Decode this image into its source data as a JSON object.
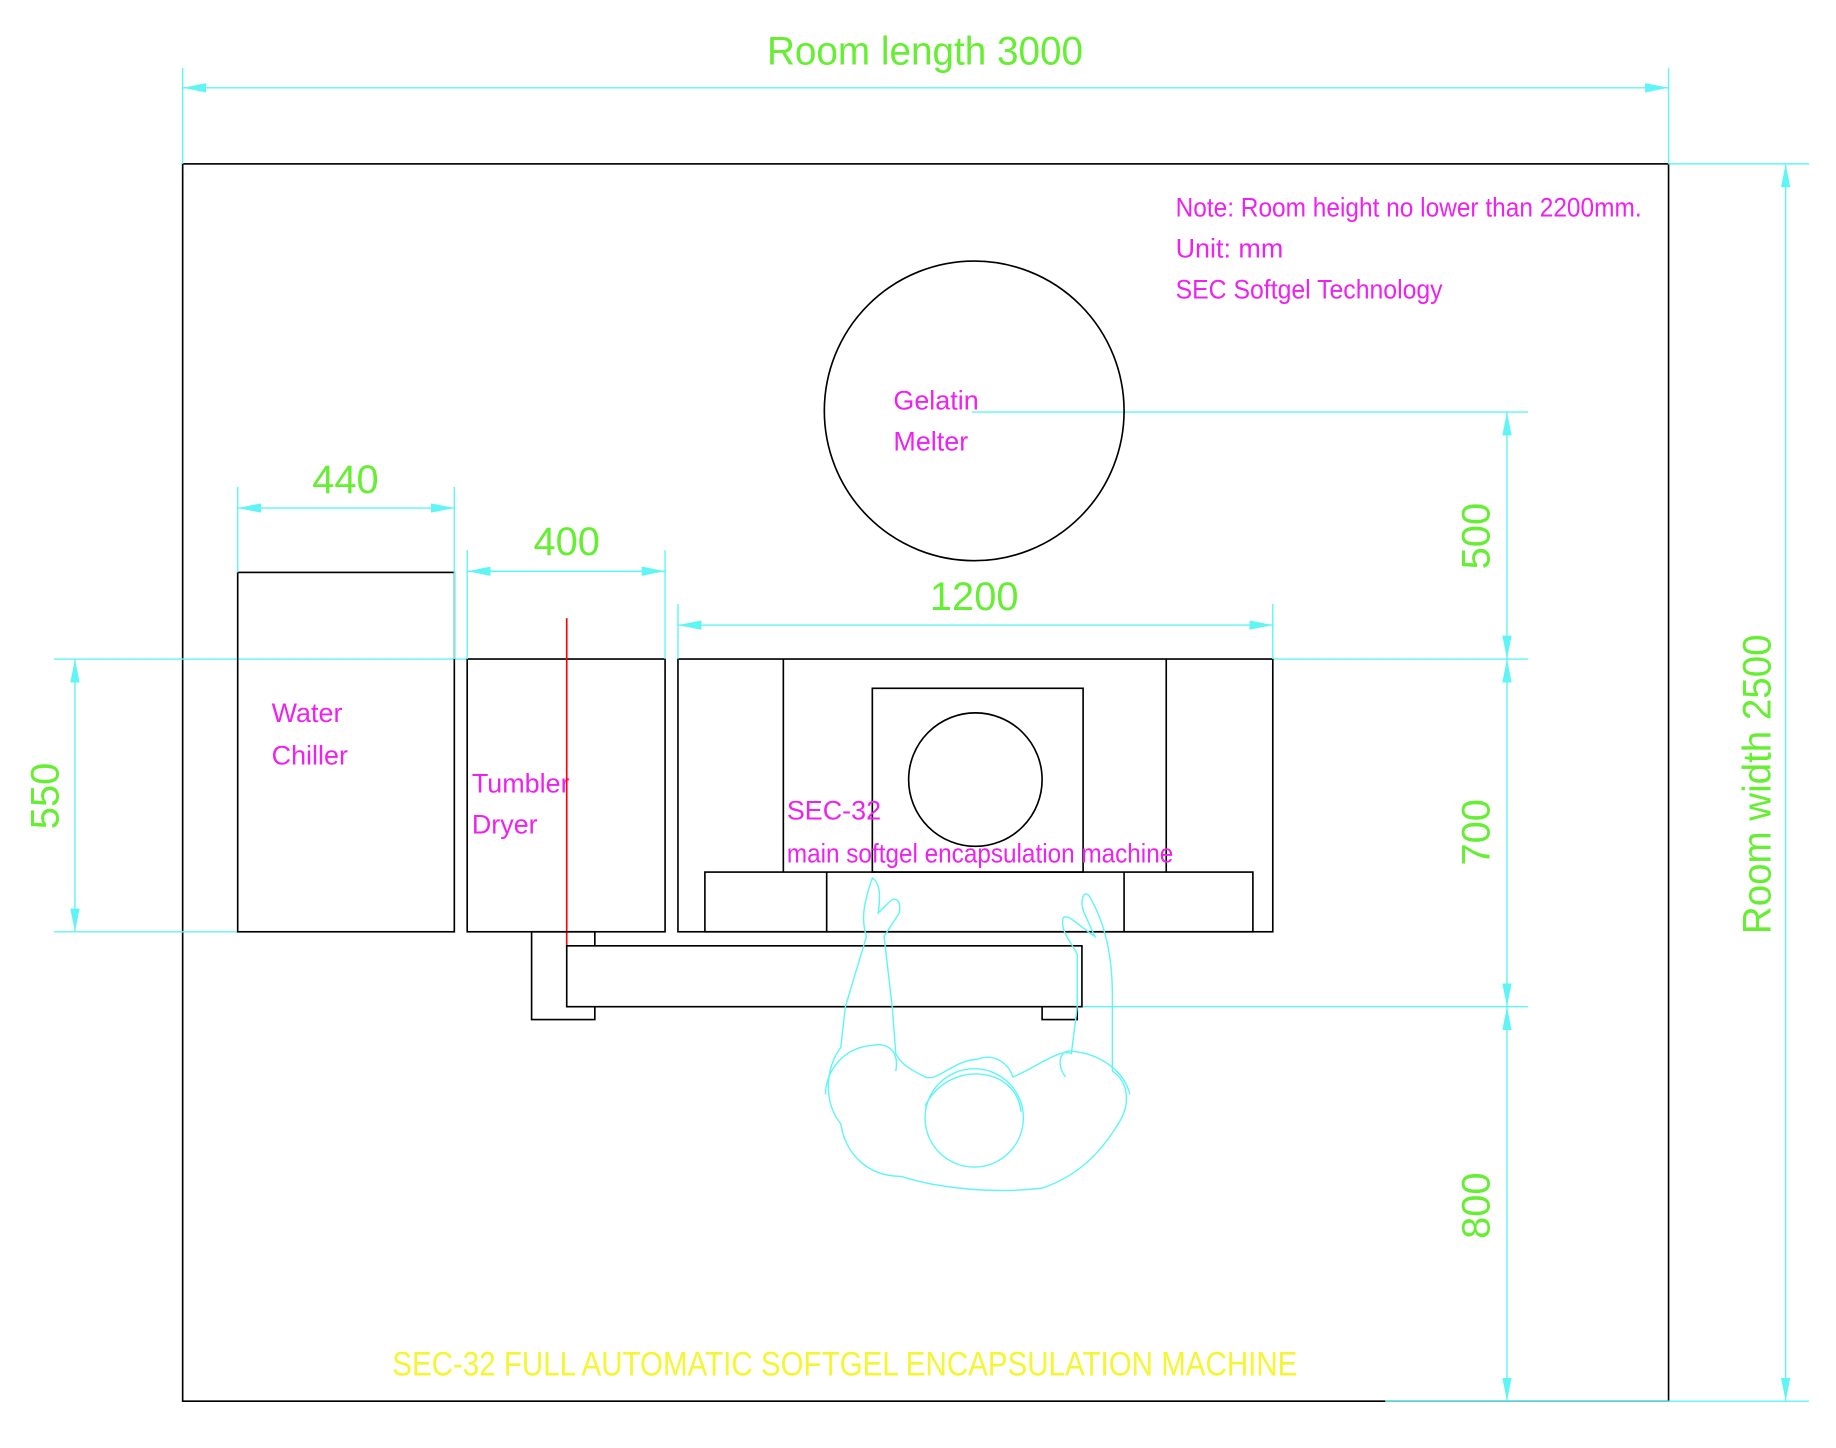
{
  "title": "Room length 3000",
  "room_width_label": "Room width 2500",
  "notes": [
    "Note: Room height no lower than 2200mm.",
    "Unit: mm",
    "SEC Softgel Technology"
  ],
  "dimensions": {
    "chiller_width": "440",
    "dryer_width": "400",
    "machine_width": "1200",
    "depth_550": "550",
    "dim_500": "500",
    "dim_700": "700",
    "dim_800": "800"
  },
  "labels": {
    "gelatin": [
      "Gelatin",
      "Melter"
    ],
    "chiller": [
      "Water",
      "Chiller"
    ],
    "dryer": [
      "Tumbler",
      "Dryer"
    ],
    "machine": [
      "SEC-32",
      "main softgel encapsulation machine"
    ]
  },
  "footer": "SEC-32 FULL AUTOMATIC SOFTGEL ENCAPSULATION MACHINE",
  "colors": {
    "dimension": "#66ee33",
    "label": "#ee22ee",
    "line": "#5ff5f5",
    "footer": "#f5f533",
    "marker": "#ff0000"
  }
}
